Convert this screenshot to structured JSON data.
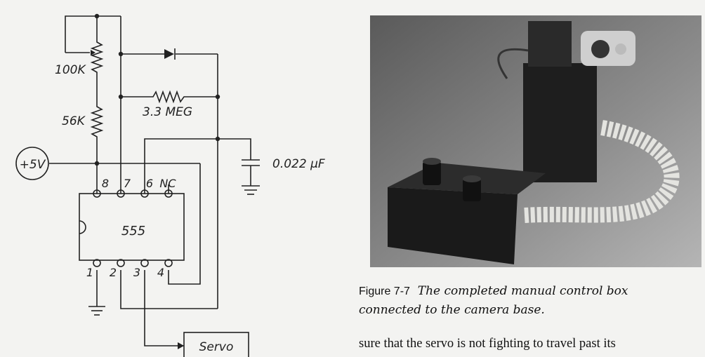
{
  "schematic": {
    "resistor_top": "100K",
    "resistor_bottom": "56K",
    "resistor_feedback": "3.3 MEG",
    "capacitor": "0.022 μF",
    "supply": "+5V",
    "chip": "555",
    "pins_top": [
      "8",
      "7",
      "6",
      "NC"
    ],
    "pins_bottom": [
      "1",
      "2",
      "3",
      "4"
    ],
    "load": "Servo"
  },
  "figure": {
    "label": "Figure 7-7",
    "caption_line1": "The completed manual control box",
    "caption_line2": "connected to the camera base."
  },
  "body_text": "sure that the servo is not fighting to travel past its"
}
